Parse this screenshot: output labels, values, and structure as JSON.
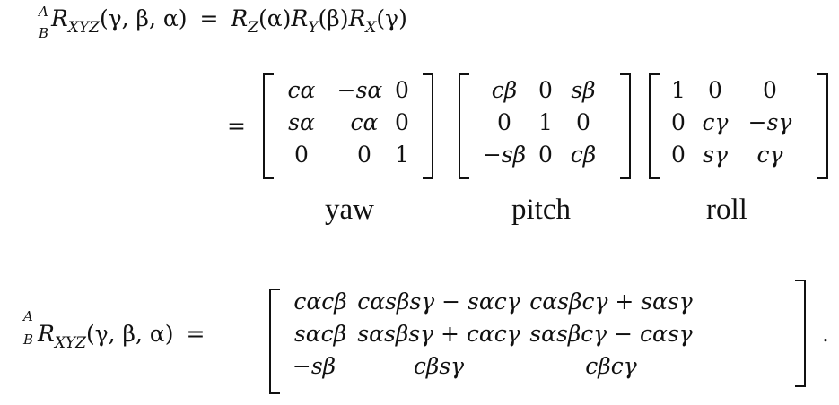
{
  "equation1": {
    "lhs": {
      "pre_superscript": "A",
      "pre_subscript": "B",
      "symbol": "R",
      "subscript": "XYZ",
      "args": "(γ, β, α)"
    },
    "equals": "=",
    "rhs_product": {
      "factors": [
        {
          "symbol": "R",
          "subscript": "Z",
          "arg": "(α)"
        },
        {
          "symbol": "R",
          "subscript": "Y",
          "arg": "(β)"
        },
        {
          "symbol": "R",
          "subscript": "X",
          "arg": "(γ)"
        }
      ]
    },
    "second_equals": "=",
    "matrices": [
      {
        "name": "yaw",
        "rows": [
          [
            "cα",
            "−sα",
            "0"
          ],
          [
            "sα",
            "cα",
            "0"
          ],
          [
            "0",
            "0",
            "1"
          ]
        ]
      },
      {
        "name": "pitch",
        "rows": [
          [
            "cβ",
            "0",
            "sβ"
          ],
          [
            "0",
            "1",
            "0"
          ],
          [
            "−sβ",
            "0",
            "cβ"
          ]
        ]
      },
      {
        "name": "roll",
        "rows": [
          [
            "1",
            "0",
            "0"
          ],
          [
            "0",
            "cγ",
            "−sγ"
          ],
          [
            "0",
            "sγ",
            "cγ"
          ]
        ]
      }
    ],
    "labels": [
      "yaw",
      "pitch",
      "roll"
    ]
  },
  "equation2": {
    "lhs": {
      "pre_superscript": "A",
      "pre_subscript": "B",
      "symbol": "R",
      "subscript": "XYZ",
      "args": "(γ, β, α)"
    },
    "equals": "=",
    "matrix": {
      "rows": [
        [
          "cαcβ",
          "cαsβsγ − sαcγ",
          "cαsβcγ + sαsγ"
        ],
        [
          "sαcβ",
          "sαsβsγ + cαcγ",
          "sαsβcγ − cαsγ"
        ],
        [
          "−sβ",
          "cβsγ",
          "cβcγ"
        ]
      ]
    },
    "terminator": "."
  }
}
